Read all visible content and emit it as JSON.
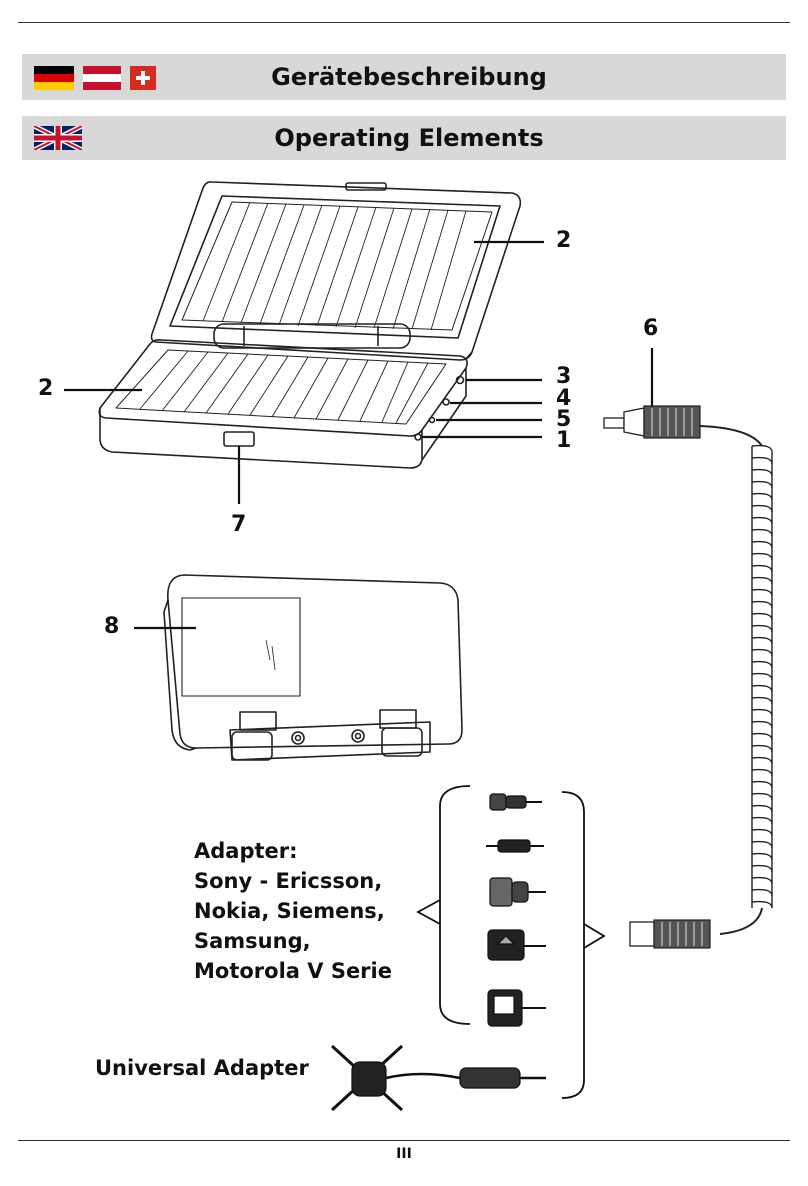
{
  "header": {
    "title_de": "Gerätebeschreibung",
    "title_en": "Operating Elements",
    "flags_de": [
      "germany-flag",
      "austria-flag",
      "switzerland-flag"
    ],
    "flag_en": "uk-flag"
  },
  "callouts": {
    "solar_top": "2",
    "solar_bottom": "2",
    "plug": "6",
    "port_3": "3",
    "port_4": "4",
    "port_5": "5",
    "port_1": "1",
    "latch": "7",
    "back_panel": "8"
  },
  "adapters": {
    "lines": [
      "Adapter:",
      "Sony - Ericsson,",
      "Nokia, Siemens,",
      "Samsung,",
      "Motorola V Serie"
    ],
    "universal": "Universal Adapter"
  },
  "footer": {
    "page_number": "III"
  }
}
